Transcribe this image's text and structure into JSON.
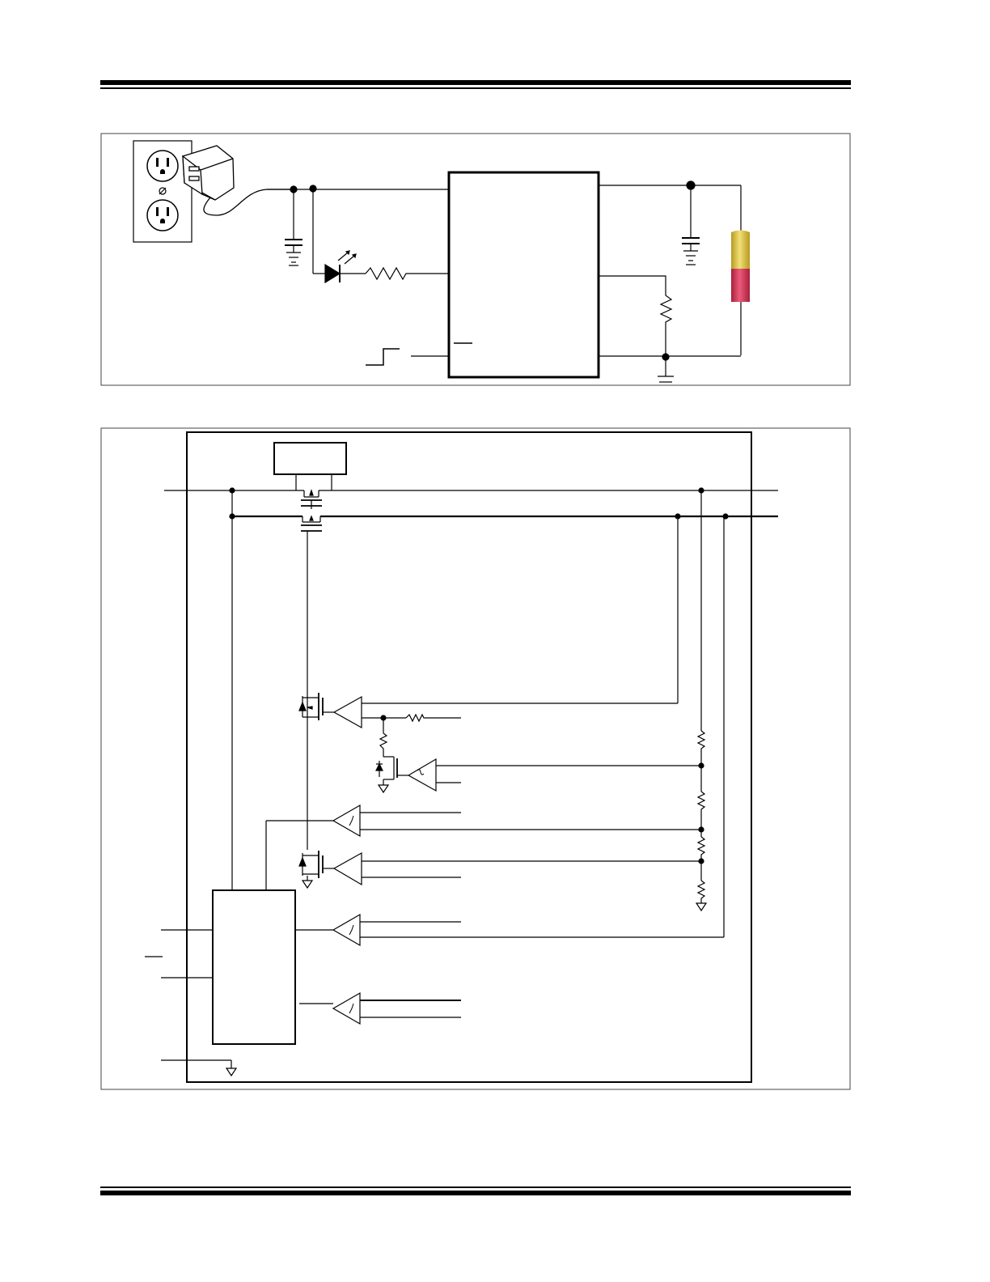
{
  "page": {
    "header_rules": "double",
    "footer_rules": "double",
    "colors": {
      "line": "#000000",
      "panel_border": "#444444",
      "battery_top": "#e8c84a",
      "battery_bottom": "#d83a5c",
      "cap": "#b8a060"
    }
  },
  "figure_1": {
    "components": [
      "wall-outlet-icon",
      "wall-adapter-icon",
      "input-capacitor",
      "status-led",
      "led-resistor",
      "charger-ic-block",
      "output-capacitor",
      "prog-resistor",
      "battery-cell",
      "enable-pulse",
      "ground-symbol"
    ]
  },
  "figure_2": {
    "components": [
      "ic-boundary",
      "reference-block",
      "pass-transistor",
      "reverse-blocking-fet",
      "current-amp",
      "voltage-amp",
      "charge-control-logic",
      "comparators",
      "resistor-divider",
      "ground-symbol"
    ]
  }
}
